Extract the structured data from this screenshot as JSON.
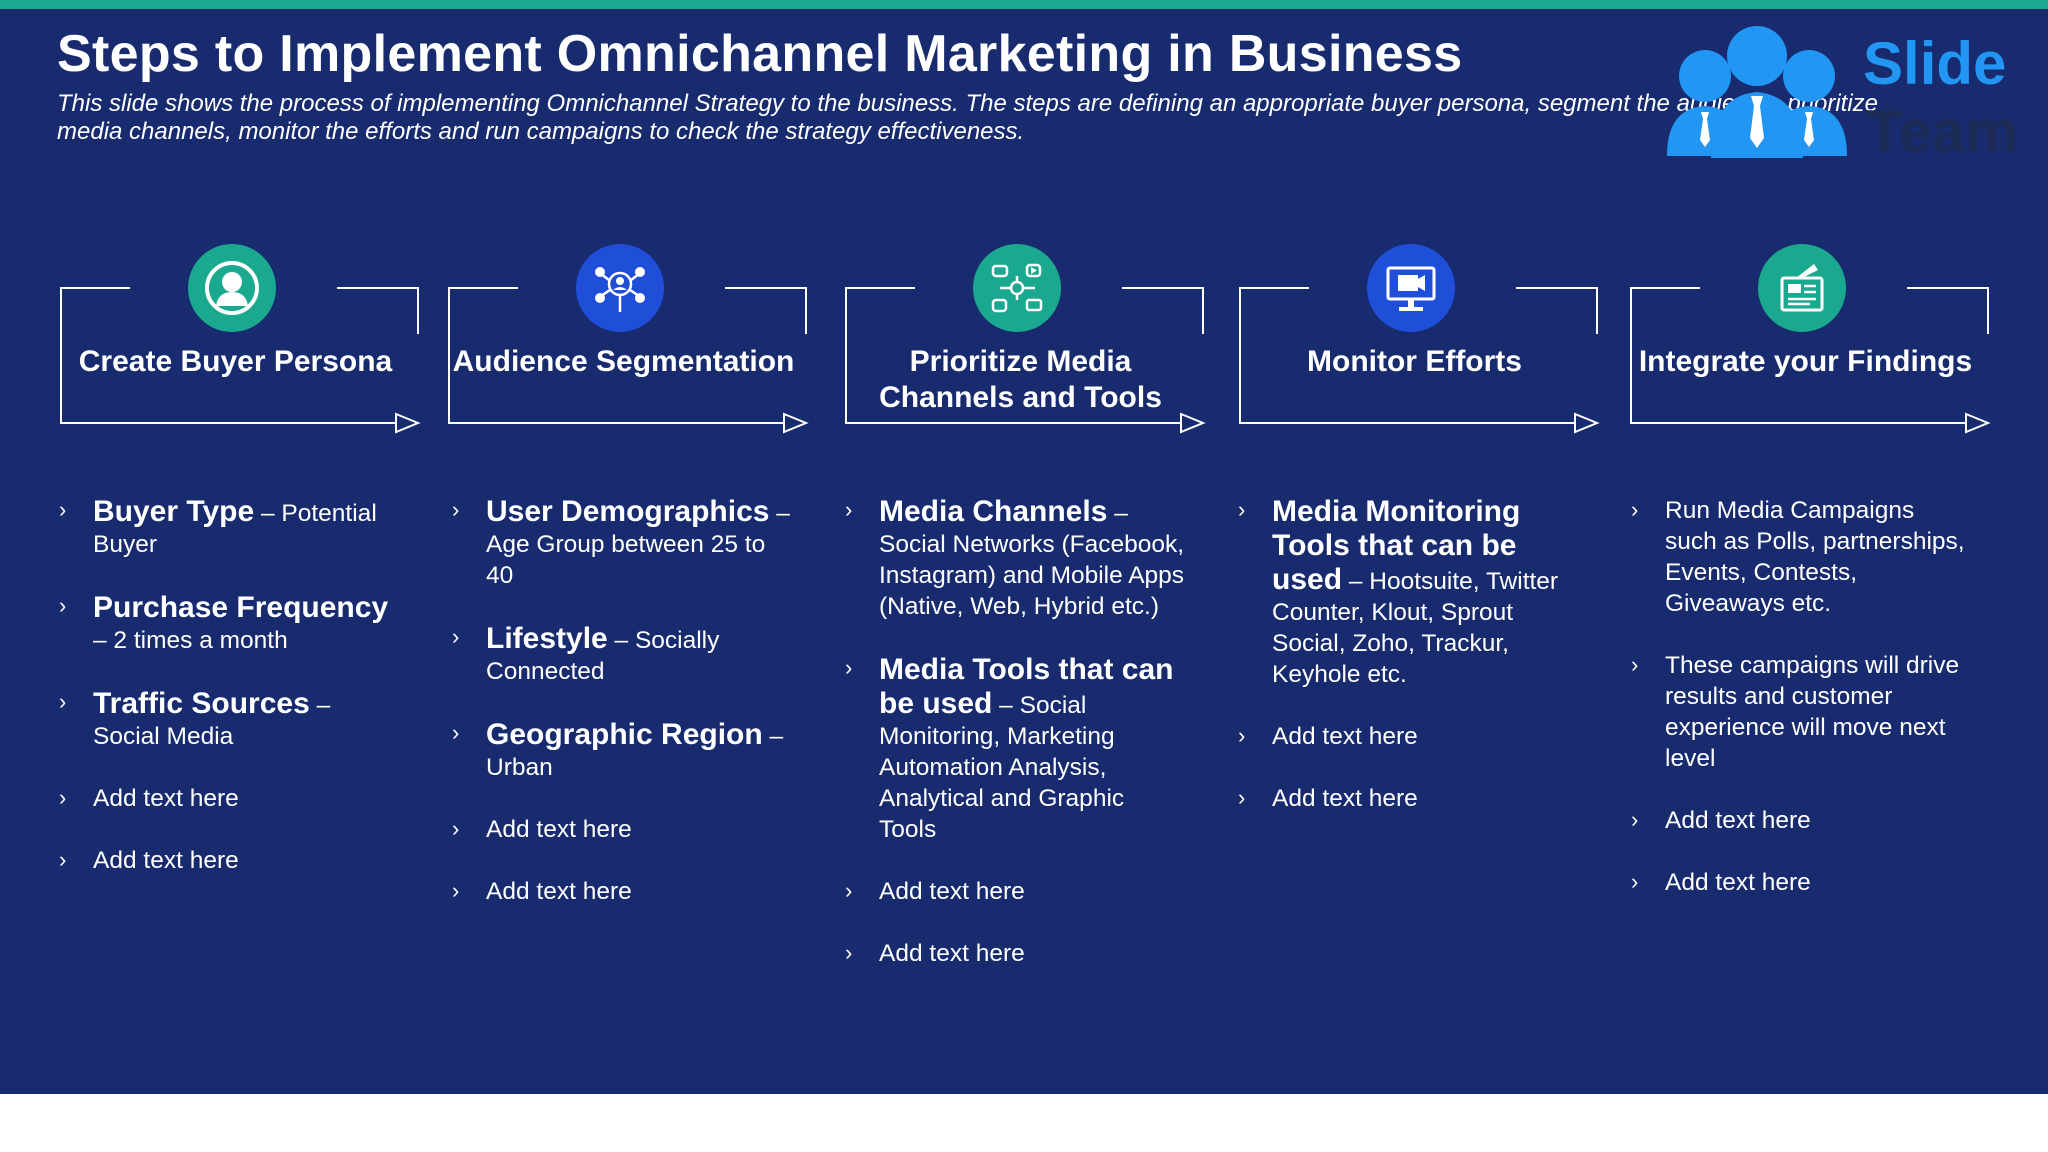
{
  "colors": {
    "background": "#182b6e",
    "top_bar": "#1aa98f",
    "badge_green": "#1aa98f",
    "badge_blue": "#1f4fd8",
    "text": "#ffffff",
    "logo_blue": "#2196f3",
    "logo_dark": "#1c2b55"
  },
  "title": "Steps to Implement Omnichannel Marketing in Business",
  "subtitle": "This slide shows the process of implementing Omnichannel Strategy to the business. The steps are defining an appropriate buyer persona, segment the audience, prioritize media channels, monitor the efforts and run campaigns to check the strategy effectiveness.",
  "logo": {
    "word1": "Slide",
    "word2": "Team",
    "icon": "people-group-icon"
  },
  "steps": [
    {
      "label": "Create Buyer Persona",
      "icon": "user-profile-icon",
      "badge_color": "#1aa98f",
      "items": [
        {
          "strong": "Buyer Type",
          "text": " – Potential Buyer"
        },
        {
          "strong": "Purchase Frequency",
          "text": " – 2 times a month"
        },
        {
          "strong": "Traffic Sources",
          "text": " – Social Media"
        },
        {
          "strong": "",
          "text": "Add text here"
        },
        {
          "strong": "",
          "text": "Add text here"
        }
      ]
    },
    {
      "label": "Audience Segmentation",
      "icon": "audience-network-icon",
      "badge_color": "#1f4fd8",
      "items": [
        {
          "strong": "User Demographics",
          "text": " – Age Group between 25 to 40"
        },
        {
          "strong": "Lifestyle",
          "text": " – Socially Connected"
        },
        {
          "strong": "Geographic Region",
          "text": " – Urban"
        },
        {
          "strong": "",
          "text": "Add text here"
        },
        {
          "strong": "",
          "text": "Add text here"
        }
      ]
    },
    {
      "label": "Prioritize Media Channels and Tools",
      "icon": "media-channels-icon",
      "badge_color": "#1aa98f",
      "items": [
        {
          "strong": "Media Channels",
          "text": " – Social Networks (Facebook, Instagram) and Mobile Apps (Native, Web, Hybrid etc.)"
        },
        {
          "strong": "Media Tools that can be used",
          "text": " – Social Monitoring, Marketing Automation Analysis, Analytical and Graphic Tools"
        },
        {
          "strong": "",
          "text": "Add text here"
        },
        {
          "strong": "",
          "text": "Add text here"
        }
      ]
    },
    {
      "label": "Monitor Efforts",
      "icon": "monitor-icon",
      "badge_color": "#1f4fd8",
      "items": [
        {
          "strong": "Media Monitoring Tools that can be used",
          "text": " – Hootsuite, Twitter Counter, Klout, Sprout Social, Zoho, Trackur, Keyhole etc."
        },
        {
          "strong": "",
          "text": "Add text here"
        },
        {
          "strong": "",
          "text": "Add text here"
        }
      ]
    },
    {
      "label": "Integrate your Findings",
      "icon": "findings-report-icon",
      "badge_color": "#1aa98f",
      "items": [
        {
          "strong": "",
          "text": "Run Media Campaigns such as Polls, partnerships, Events, Contests, Giveaways etc."
        },
        {
          "strong": "",
          "text": "These campaigns will drive results and customer experience will move next level"
        },
        {
          "strong": "",
          "text": "Add text here"
        },
        {
          "strong": "",
          "text": "Add text here"
        }
      ]
    }
  ]
}
